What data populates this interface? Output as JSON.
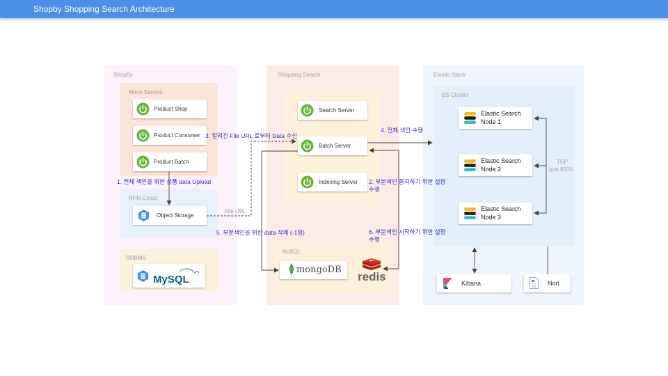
{
  "header": {
    "title": "Shopby Shopping Search Architecture"
  },
  "groups": {
    "shopby": "ShopBy",
    "micro_service": "Micro Service",
    "nhn_cloud": "NHN Cloud",
    "rdbms": "RDBMS",
    "shopping_search": "Shopping Search",
    "nosql": "NoSQL",
    "elastic_stack": "Elastic Stack",
    "es_cluster": "ES Cluster"
  },
  "components": {
    "product_shop": "Product Shop",
    "product_consumer": "Product Consumer",
    "product_batch": "Product Batch",
    "object_storage": "Object  Storage",
    "mysql": "MySQL",
    "search_server": "Search Server",
    "batch_server": "Batch Server",
    "indexing_server": "Indexing Server",
    "mongodb": "mongoDB",
    "redis": "redis",
    "es_node1_line1": "Elastic Search",
    "es_node1_line2": "Node 1",
    "es_node2_line1": "Elastic Search",
    "es_node2_line2": "Node 2",
    "es_node3_line1": "Elastic Search",
    "es_node3_line2": "Node 3",
    "kibana": "Kibana",
    "nori": "Nori"
  },
  "notes": {
    "step1": "1. 전체 색인을 위한 상품 data Upload",
    "step2_line1": "2. 부분색인 중지하기 위한 설정",
    "step2_line2": "수행",
    "step3": "3. 알려진 File URL 로부터 Data 수신",
    "step4": "4. 전체 색인 수행",
    "step5": "5. 부분색인을 위한 data 삭제 (-1일)",
    "step6_line1": "6. 부분색인 시작하기 위한 설정",
    "step6_line2": "수행"
  },
  "edge_labels": {
    "file_url": "File URL",
    "tcp": "TCP",
    "port": "port 9200"
  },
  "colors": {
    "header": "#4a90e8",
    "shopby_bg": "#fdf1fb",
    "micro_service_bg": "#fde4d8",
    "nhn_cloud_bg": "#e6f1fc",
    "rdbms_bg": "#fdf1dc",
    "shopping_search_bg": "#fcebe6",
    "shopping_inner_bg": "#fdf1dc",
    "elastic_stack_bg": "#eef5fd",
    "es_cluster_bg": "#e4effc",
    "spring_green": "#6db33f",
    "note_blue": "#2a2ad4"
  }
}
